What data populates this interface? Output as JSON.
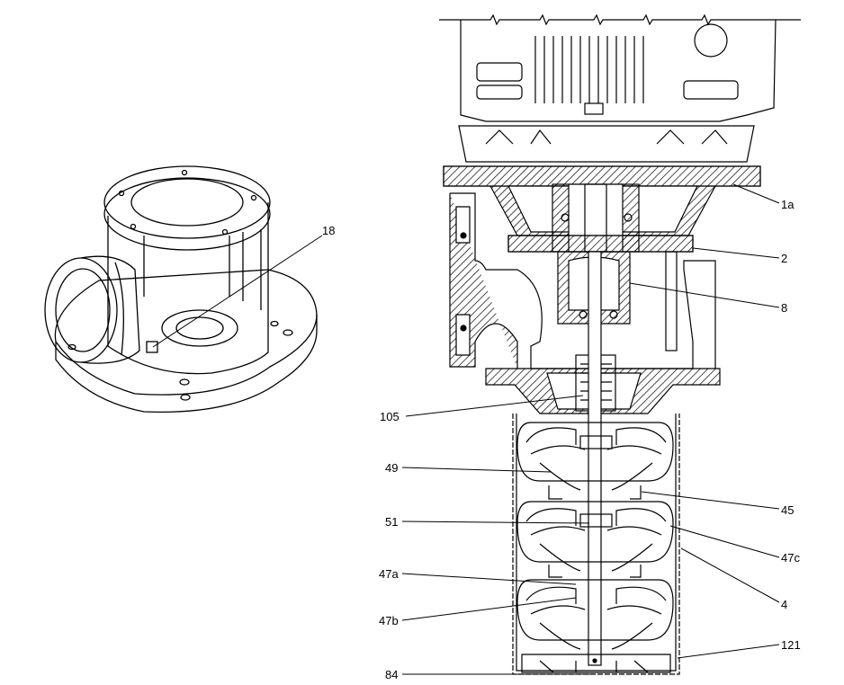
{
  "callouts": {
    "c18": "18",
    "c1a": "1a",
    "c2": "2",
    "c8": "8",
    "c105": "105",
    "c49": "49",
    "c45": "45",
    "c51": "51",
    "c47c": "47c",
    "c47a": "47a",
    "c4": "4",
    "c47b": "47b",
    "c121": "121",
    "c84": "84"
  }
}
